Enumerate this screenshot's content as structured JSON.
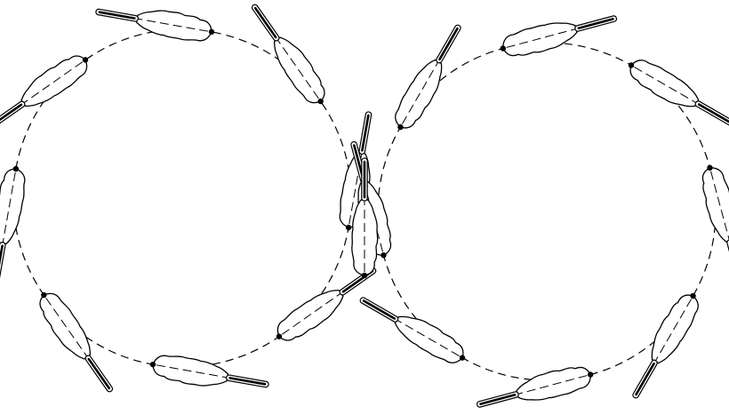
{
  "figure": {
    "type": "figure-eight-sperm-diagram",
    "loops": [
      {
        "id": "left-loop",
        "cells": 8
      },
      {
        "id": "right-loop",
        "cells": 8
      }
    ],
    "center_cells": 1,
    "colors": {
      "stroke": "#000000",
      "fill": "#ffffff",
      "background": "#ffffff"
    },
    "cell_icon": "sperm-cell-icon"
  }
}
